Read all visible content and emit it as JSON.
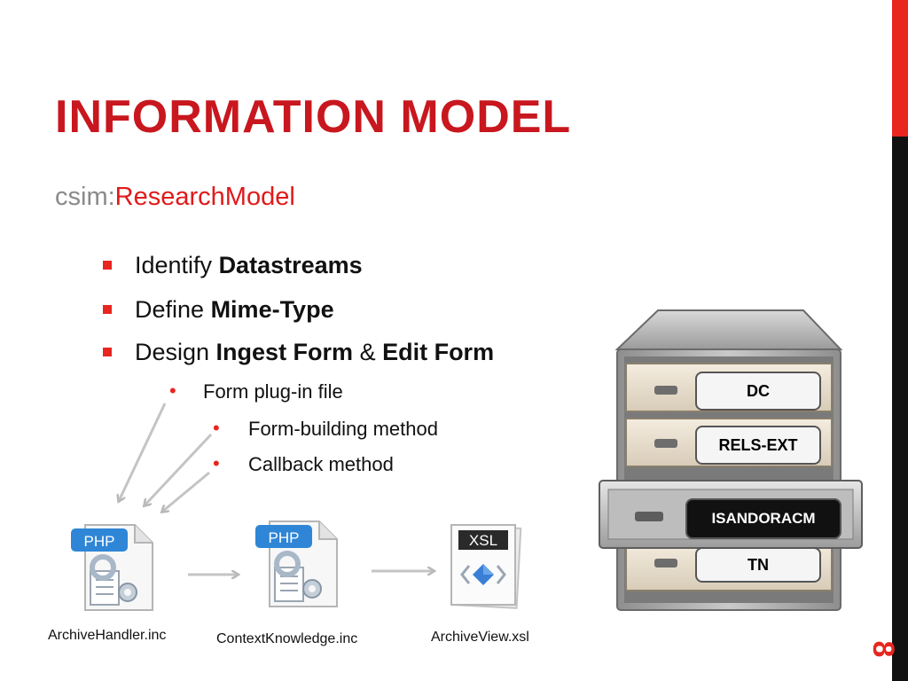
{
  "slide": {
    "title": "INFORMATION MODEL",
    "subtitle_prefix": "csim:",
    "subtitle_name": "ResearchModel",
    "page_number": "8"
  },
  "bullets": {
    "b1": {
      "plain": "Identify ",
      "bold": "Datastreams"
    },
    "b2": {
      "plain": "Define ",
      "bold": "Mime-Type"
    },
    "b3": {
      "plain": "Design ",
      "bold1": "Ingest Form",
      "mid": " & ",
      "bold2": "Edit Form"
    },
    "sub1": "Form plug-in file",
    "sub2": "Form-building method",
    "sub3": "Callback method"
  },
  "files": {
    "php_badge": "PHP",
    "xsl_badge": "XSL",
    "file1": "ArchiveHandler.inc",
    "file2": "ContextKnowledge.inc",
    "file3": "ArchiveView.xsl"
  },
  "cabinet": {
    "drawers": [
      "DC",
      "RELS-EXT",
      "ISANDORACM",
      "TN"
    ]
  },
  "colors": {
    "accent_red": "#e8251f",
    "title_red": "#c8171e",
    "php_blue": "#2f86d6"
  }
}
